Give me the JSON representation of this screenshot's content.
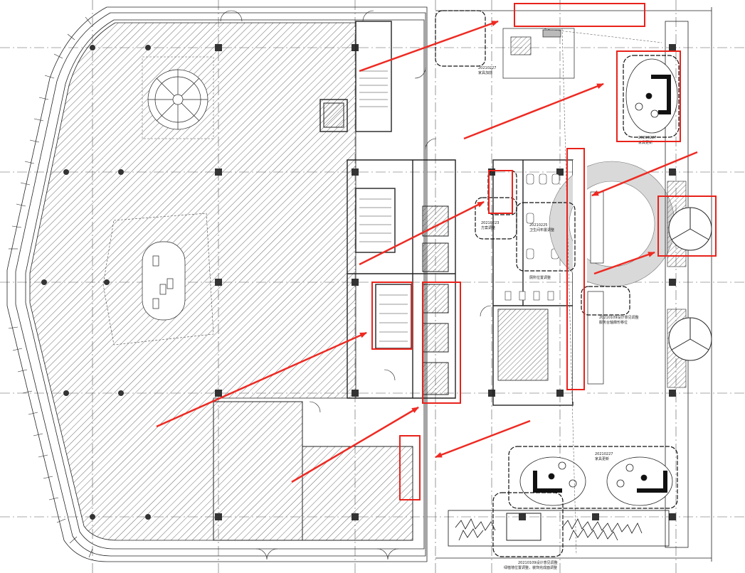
{
  "colors": {
    "line": "#222222",
    "hatch": "#555555",
    "highlight": "#e8221b",
    "arrow": "#ee2a22",
    "plaza": "#d9d9d9",
    "axis": "#444444"
  },
  "annotations": {
    "note_furniture_top": {
      "date": "20210227",
      "text": "家具加前"
    },
    "note_furniture_right": {
      "date": "20210227",
      "text": "家具更新"
    },
    "note_plan_adjust": {
      "date": "20210223",
      "text": "方案调整"
    },
    "note_toilet": {
      "date": "20210225",
      "text": "卫生间布置调整"
    },
    "note_toilet_b": {
      "text": "厕所位置调整"
    },
    "note_reception": {
      "date": "20210109",
      "text": "·设计意见调整",
      "text2": "服务台轴廓形移位"
    },
    "note_furniture_bottom": {
      "date": "20210227",
      "text": "家具更新"
    },
    "note_green_bottom": {
      "date": "20210109",
      "text": "·设计意见调整",
      "text2": "绿植墙位置调整，装饰完成面调整"
    }
  }
}
